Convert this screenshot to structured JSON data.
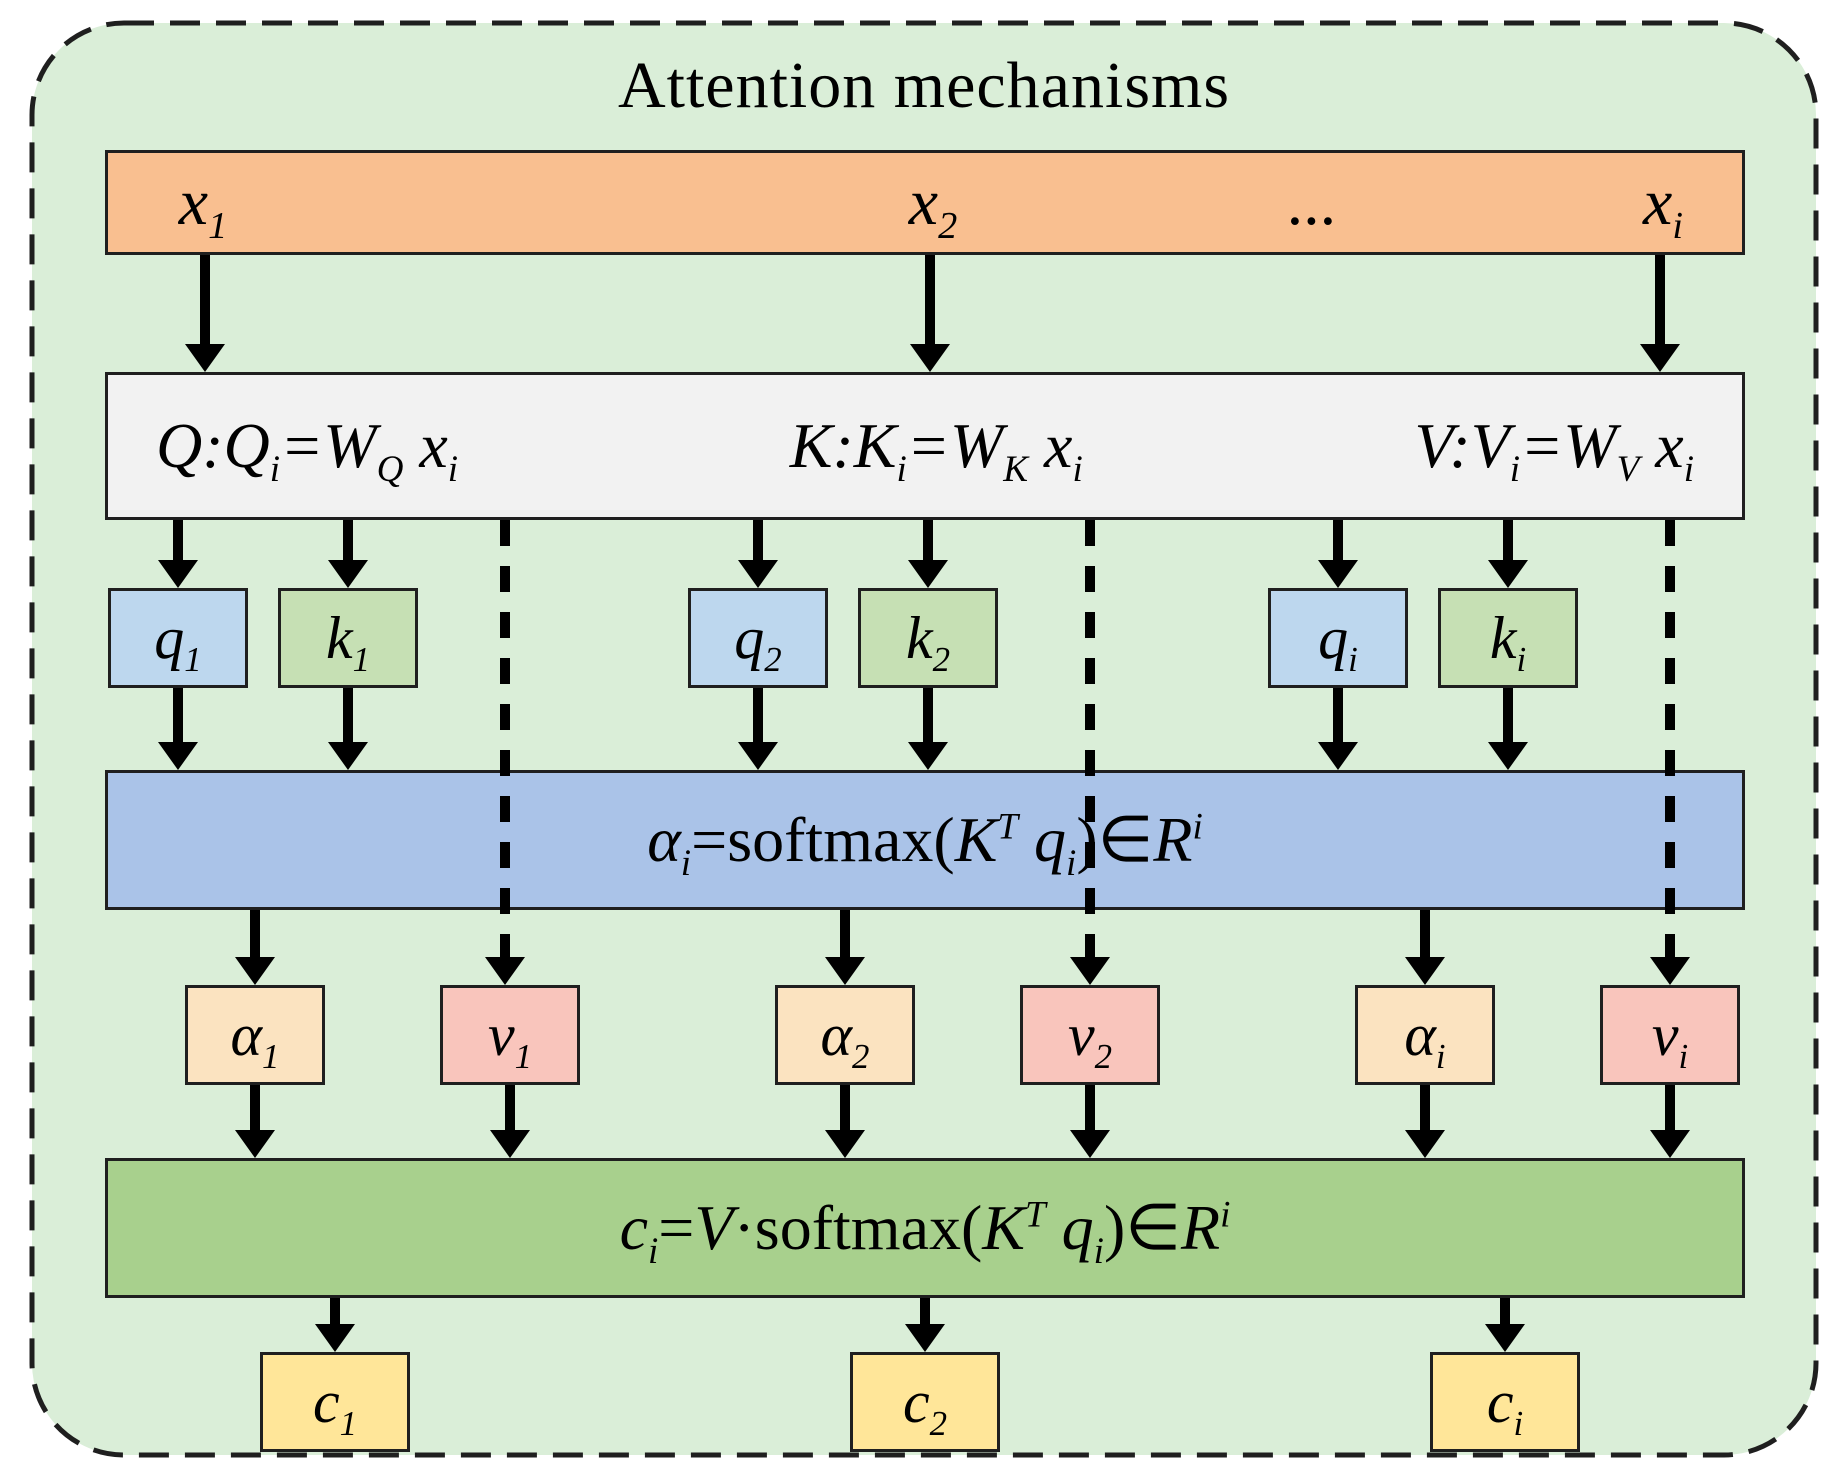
{
  "title": "Attention mechanisms",
  "colors": {
    "panel_bg": "#daeed8",
    "input_bar": "#f9bf90",
    "qkv_bar": "#f2f2f2",
    "q_box": "#bdd7ee",
    "k_box": "#c6e0b4",
    "softmax_bar": "#aac3e8",
    "alpha_box": "#fbe3c0",
    "v_box": "#f9c5bc",
    "context_bar": "#a8d08d",
    "c_box": "#ffe699"
  },
  "input_bar": {
    "labels": [
      [
        {
          "t": "x",
          "sub": "1"
        }
      ],
      [
        {
          "t": "x",
          "sub": "2"
        }
      ],
      [
        {
          "t": "..."
        }
      ],
      [
        {
          "t": "x",
          "sub": "i"
        }
      ]
    ]
  },
  "qkv_bar": {
    "q_formula": [
      {
        "t": "Q:Q",
        "sub": "i"
      },
      {
        "t": "=W",
        "sub": "Q"
      },
      {
        "t": " x",
        "sub": "i"
      }
    ],
    "k_formula": [
      {
        "t": "K:K",
        "sub": "i"
      },
      {
        "t": "=W",
        "sub": "K"
      },
      {
        "t": " x",
        "sub": "i"
      }
    ],
    "v_formula": [
      {
        "t": "V:V",
        "sub": "i"
      },
      {
        "t": "=W",
        "sub": "V"
      },
      {
        "t": " x",
        "sub": "i"
      }
    ]
  },
  "qk_row": {
    "q1": [
      {
        "t": "q",
        "sub": "1"
      }
    ],
    "k1": [
      {
        "t": "k",
        "sub": "1"
      }
    ],
    "q2": [
      {
        "t": "q",
        "sub": "2"
      }
    ],
    "k2": [
      {
        "t": "k",
        "sub": "2"
      }
    ],
    "qi": [
      {
        "t": "q",
        "sub": "i"
      }
    ],
    "ki": [
      {
        "t": "k",
        "sub": "i"
      }
    ]
  },
  "softmax_bar": {
    "formula": [
      {
        "t": "α",
        "sub": "i"
      },
      {
        "t": "=softmax(",
        "rm": true
      },
      {
        "t": "K",
        "sup": "T"
      },
      {
        "t": " q",
        "sub": "i"
      },
      {
        "t": ")",
        "rm": true
      },
      {
        "t": "∈",
        "rm": true
      },
      {
        "t": "R",
        "sup": "i"
      }
    ]
  },
  "av_row": {
    "alpha1": [
      {
        "t": "α",
        "sub": "1"
      }
    ],
    "v1": [
      {
        "t": "v",
        "sub": "1"
      }
    ],
    "alpha2": [
      {
        "t": "α",
        "sub": "2"
      }
    ],
    "v2": [
      {
        "t": "v",
        "sub": "2"
      }
    ],
    "alphai": [
      {
        "t": "α",
        "sub": "i"
      }
    ],
    "vi": [
      {
        "t": "v",
        "sub": "i"
      }
    ]
  },
  "context_bar": {
    "formula": [
      {
        "t": "c",
        "sub": "i"
      },
      {
        "t": "=",
        "rm": true
      },
      {
        "t": "V"
      },
      {
        "t": "·softmax(",
        "rm": true
      },
      {
        "t": "K",
        "sup": "T"
      },
      {
        "t": " q",
        "sub": "i"
      },
      {
        "t": ")",
        "rm": true
      },
      {
        "t": "∈",
        "rm": true
      },
      {
        "t": "R",
        "sup": "i"
      }
    ]
  },
  "c_row": {
    "c1": [
      {
        "t": "c",
        "sub": "1"
      }
    ],
    "c2": [
      {
        "t": "c",
        "sub": "2"
      }
    ],
    "ci": [
      {
        "t": "c",
        "sub": "i"
      }
    ]
  }
}
